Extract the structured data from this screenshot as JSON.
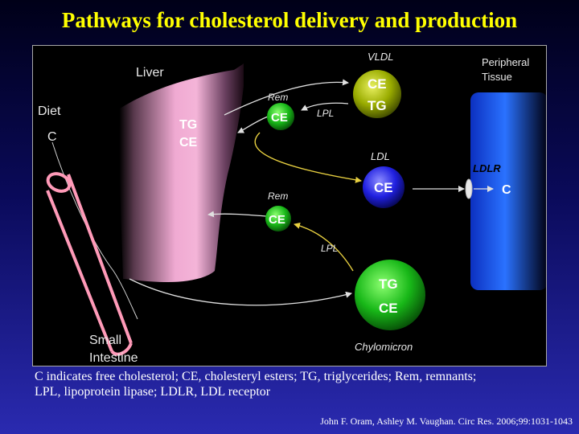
{
  "title": "Pathways for cholesterol delivery and production",
  "diagram": {
    "liver": "Liver",
    "liver_tg": "TG",
    "liver_ce": "CE",
    "diet": "Diet",
    "diet_c": "C",
    "small": "Small",
    "intestine": "Intestine",
    "vldl": "VLDL",
    "vldl_ce": "CE",
    "vldl_tg": "TG",
    "rem_top": "Rem",
    "rem_top_ce": "CE",
    "lpl_top": "LPL",
    "ldl": "LDL",
    "ldl_ce": "CE",
    "rem_mid": "Rem",
    "rem_mid_ce": "CE",
    "lpl_bottom": "LPL",
    "chylo_tg": "TG",
    "chylo_ce": "CE",
    "chylomicron": "Chylomicron",
    "peripheral": "Peripheral",
    "tissue": "Tissue",
    "ldlr": "LDLR",
    "tissue_c": "C"
  },
  "caption_line1": "C indicates free cholesterol; CE, cholesteryl esters; TG, triglycerides; Rem, remnants;",
  "caption_line2": "LPL, lipoprotein lipase; LDLR, LDL receptor",
  "citation": "John F. Oram, Ashley M. Vaughan. Circ Res. 2006;99:1031-1043",
  "colors": {
    "title": "#ffff00",
    "vldl_particle": "#b8c400",
    "remnant_particle": "#22c81e",
    "ldl_particle": "#2222ee",
    "chylomicron_particle": "#22c81e",
    "tissue": "#1a5cf0",
    "liver": "#f0a8d0",
    "intestine": "#ff9ab8"
  }
}
